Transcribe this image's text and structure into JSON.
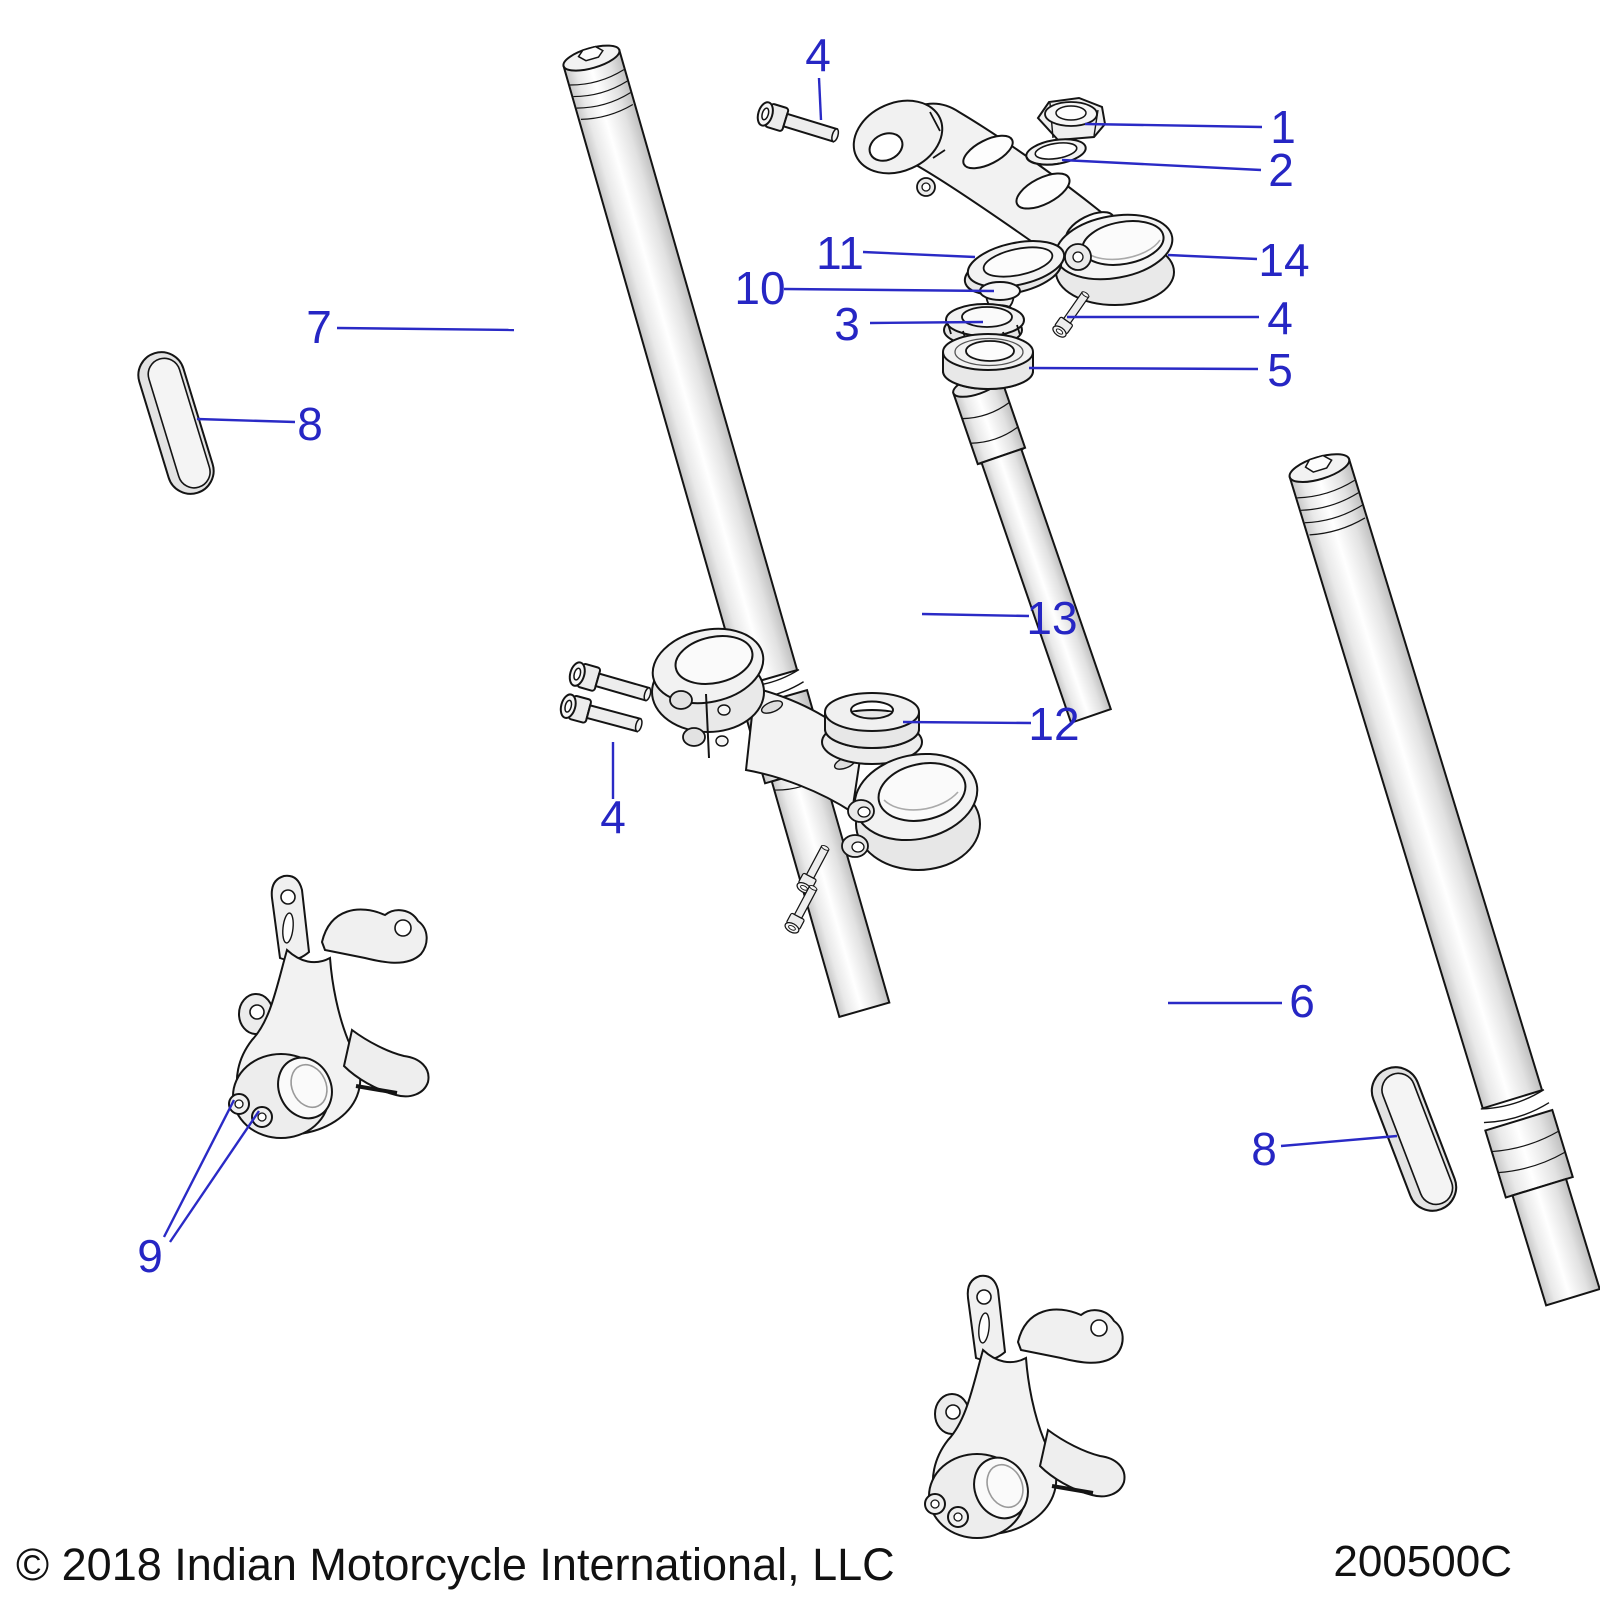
{
  "doc": {
    "type": "exploded-parts-diagram",
    "subject": "front-fork-and-steering-stem-assembly"
  },
  "callouts": [
    {
      "label": "4",
      "target": "upper-clamp-pinch-bolt"
    },
    {
      "label": "1",
      "target": "steering-stem-nut"
    },
    {
      "label": "2",
      "target": "washer"
    },
    {
      "label": "14",
      "target": "upper-triple-clamp"
    },
    {
      "label": "11",
      "target": "dust-seal"
    },
    {
      "label": "10",
      "target": "bearing-cap"
    },
    {
      "label": "3",
      "target": "adjuster-nut"
    },
    {
      "label": "4",
      "target": "pinch-bolt-right"
    },
    {
      "label": "5",
      "target": "upper-bearing"
    },
    {
      "label": "7",
      "target": "fork-tube-left"
    },
    {
      "label": "8",
      "target": "reflector-pad-left"
    },
    {
      "label": "13",
      "target": "steering-stem"
    },
    {
      "label": "12",
      "target": "lower-bearing"
    },
    {
      "label": "4",
      "target": "lower-clamp-bolts"
    },
    {
      "label": "9",
      "target": "axle-pinch-bolts"
    },
    {
      "label": "6",
      "target": "fork-tube-right"
    },
    {
      "label": "8",
      "target": "reflector-pad-right"
    }
  ],
  "footer": {
    "copyright": "© 2018 Indian Motorcycle International, LLC",
    "part_number": "200500C"
  },
  "colors": {
    "callout_blue": "#2626c4",
    "line_art": "#141414",
    "background": "#ffffff"
  }
}
